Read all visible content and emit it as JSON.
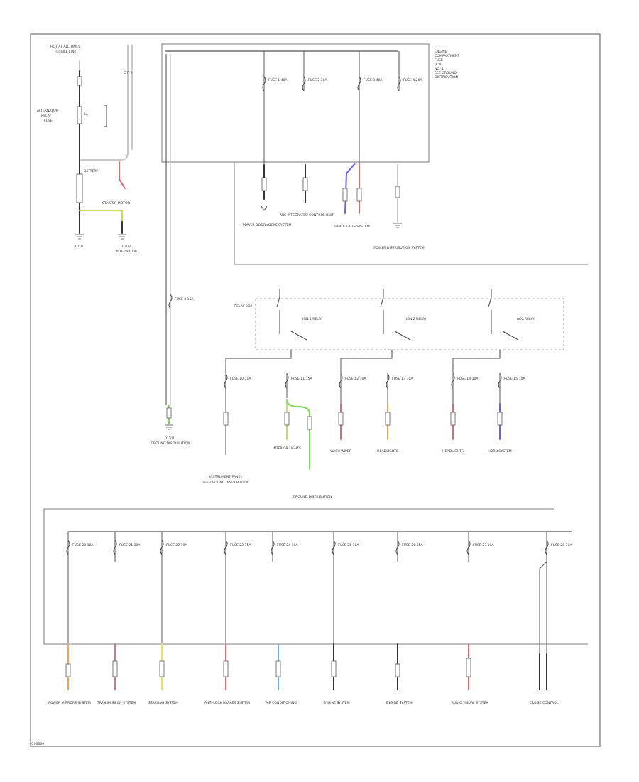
{
  "sheet": {
    "footer_code": "G00000"
  },
  "battery_feed": {
    "label": "HOT AT ALL TIMES",
    "fuse_link": "FUSIBLE LINK",
    "fuse_side_labels": [
      "ALTERNATOR",
      "RELAY",
      "FUSE"
    ],
    "fuse_rating": "5A",
    "battery_label": "BATTERY",
    "starter_label": "STARTER MOTOR",
    "alt_label": "ALTERNATOR",
    "ground_labels": [
      "G101",
      "G102"
    ]
  },
  "top_bus": {
    "legend": [
      "ENGINE",
      "COMPARTMENT",
      "FUSE",
      "BOX",
      "NO. 1",
      "SEE GROUND",
      "DISTRIBUTION"
    ],
    "fuses": [
      "FUSE 1 40A",
      "FUSE 2 30A",
      "FUSE 3 40A",
      "FUSE 4 20A"
    ],
    "loads": [
      "POWER DOOR LOCKS SYSTEM",
      "ABS INTEGRATED CONTROL UNIT",
      "HEADLIGHTS SYSTEM",
      "POWER DISTRIBUTION SYSTEM"
    ]
  },
  "mid_section": {
    "main_fuse": "FUSE 4 15A",
    "relay_box": "RELAY BOX",
    "relays": [
      "IGN 1 RELAY",
      "IGN 2 RELAY",
      "ACC RELAY"
    ],
    "fuses": [
      "FUSE 10 10A",
      "FUSE 11 15A",
      "FUSE 12 10A",
      "FUSE 13 10A",
      "FUSE 14 10A",
      "FUSE 15 10A"
    ],
    "loads": [
      "INSTRUMENT PANEL",
      "SEE GROUND DISTRIBUTION",
      "INTERIOR LIGHTS",
      "GROUND DISTRIBUTION",
      "WASH WIPER",
      "HEADLIGHTS",
      "HEADLIGHTS",
      "HORN SYSTEM"
    ],
    "ground": "G201",
    "ground_label": "GROUND DISTRIBUTION"
  },
  "bottom_section": {
    "fuses": [
      "FUSE 20 10A",
      "FUSE 21 10A",
      "FUSE 22 10A",
      "FUSE 23 15A",
      "FUSE 24 10A",
      "FUSE 25 10A",
      "FUSE 26 15A",
      "FUSE 27 10A",
      "FUSE 28 10A"
    ],
    "loads": [
      "POWER MIRRORS SYSTEM",
      "TRANSMISSION SYSTEM",
      "STARTING SYSTEM",
      "ANTI-LOCK BRAKES SYSTEM",
      "AIR CONDITIONING",
      "ENGINE SYSTEM",
      "ENGINE SYSTEM",
      "AUDIO VISUAL SYSTEM",
      "CRUISE CONTROL"
    ]
  },
  "wire_colors": {
    "black": "#333333",
    "blue": "#6a5cf0",
    "red": "#e06a70",
    "green": "#7ed957",
    "yellow_green": "#c9e05a",
    "orange": "#f0a060",
    "pink": "#e07090",
    "yellow": "#f0e060",
    "light_blue": "#7ab0e0",
    "grey": "#c8c8c8"
  }
}
